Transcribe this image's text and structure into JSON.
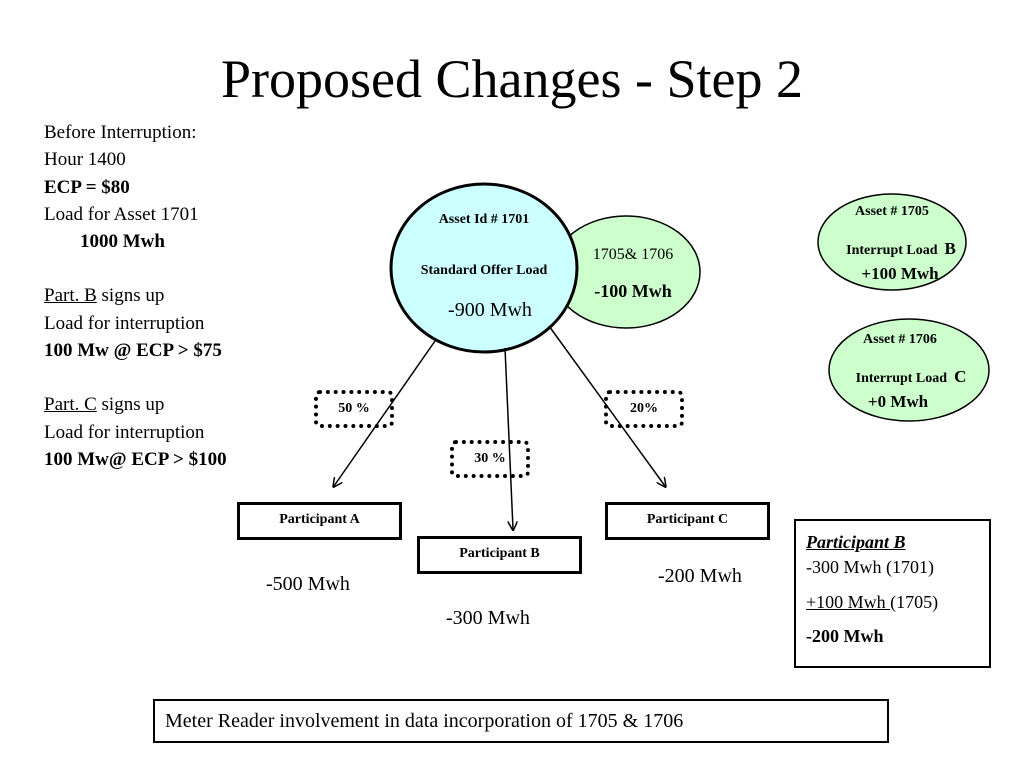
{
  "title": "Proposed Changes - Step 2",
  "before": {
    "l1": "Before Interruption:",
    "l2": "Hour 1400",
    "l3": "ECP = $80",
    "l4": "Load for Asset 1701",
    "l5": "1000 Mwh"
  },
  "partB": {
    "link": "Part. B",
    "rest": " signs up",
    "l2": "Load for interruption",
    "l3": "100 Mw @ ECP > $75"
  },
  "partC": {
    "link": "Part. C",
    "rest": " signs up",
    "l2": "Load for interruption",
    "l3": "100 Mw@ ECP > $100"
  },
  "asset1701": {
    "id": "Asset Id # 1701",
    "label": "Standard Offer Load",
    "value": "-900 Mwh"
  },
  "combined": {
    "label": "1705& 1706",
    "value": "-100 Mwh"
  },
  "asset1705": {
    "id": "Asset # 1705",
    "label": "Interrupt Load",
    "letter": "B",
    "value": "+100 Mwh"
  },
  "asset1706": {
    "id": "Asset # 1706",
    "label": "Interrupt Load",
    "letter": "C",
    "value": "+0 Mwh"
  },
  "shares": {
    "a": "50 %",
    "b": "30 %",
    "c": "20%"
  },
  "participants": {
    "a": {
      "label": "Participant A",
      "value": "-500 Mwh"
    },
    "b": {
      "label": "Participant B",
      "value": "-300 Mwh"
    },
    "c": {
      "label": "Participant C",
      "value": "-200 Mwh"
    }
  },
  "summary": {
    "title": "Participant B",
    "l1": " -300 Mwh (1701)",
    "l2a": "+100 Mwh ",
    "l2b": "(1705)",
    "l3": "-200 Mwh"
  },
  "footer": "Meter Reader involvement in data incorporation of 1705 & 1706",
  "colors": {
    "ellipse_main": "#ccffff",
    "ellipse_green": "#ccffcc"
  }
}
